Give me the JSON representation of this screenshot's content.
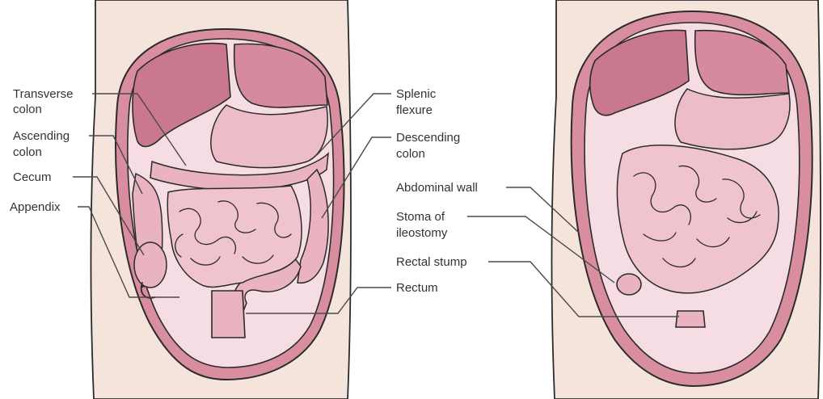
{
  "colors": {
    "skin": "#f4e1d9",
    "wall": "#d98ea0",
    "cavity": "#f6dde3",
    "organ": "#e7aab8",
    "liver": "#c9788d",
    "bowel": "#efc4cf",
    "ink": "#2b2b2b"
  },
  "left_figure": {
    "labels": {
      "transverse_colon": [
        "Transverse",
        "colon"
      ],
      "ascending_colon": [
        "Ascending",
        "colon"
      ],
      "cecum": "Cecum",
      "appendix": "Appendix",
      "splenic_flexure": [
        "Splenic",
        "flexure"
      ],
      "descending_colon": [
        "Descending",
        "colon"
      ],
      "rectum": "Rectum"
    }
  },
  "right_figure": {
    "labels": {
      "abdominal_wall": "Abdominal wall",
      "stoma_of_ileostomy": [
        "Stoma of",
        "ileostomy"
      ],
      "rectal_stump": "Rectal stump"
    }
  }
}
